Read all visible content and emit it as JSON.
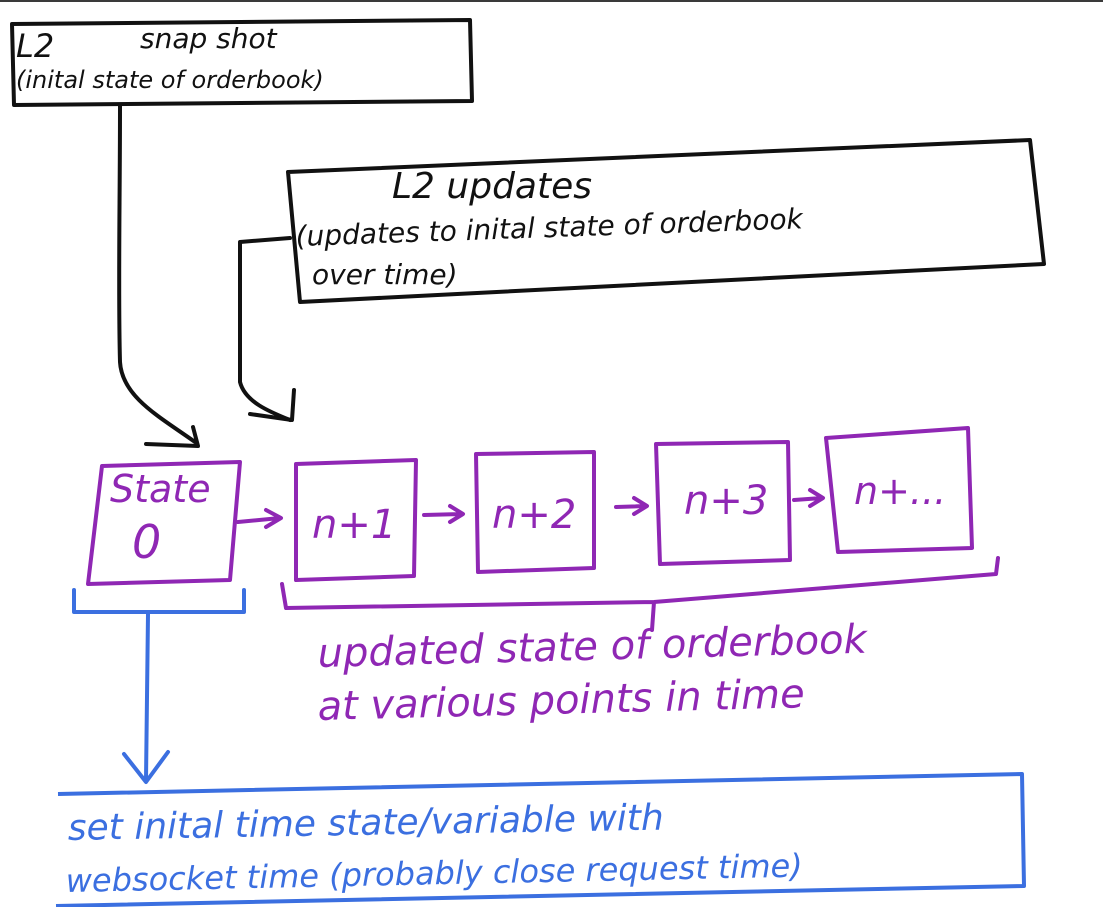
{
  "colors": {
    "black_ink": "#111111",
    "purple_ink": "#8f27b4",
    "blue_ink": "#3b6fe0"
  },
  "snapshot_box": {
    "line1": "L2",
    "line1_b": "snap shot",
    "line2": "(inital state of orderbook)"
  },
  "updates_box": {
    "line1": "L2 updates",
    "line2": "(updates to inital state of orderbook",
    "line3": "over time)"
  },
  "state_boxes": [
    {
      "line1": "State",
      "line2": "0"
    },
    {
      "label": "n+1"
    },
    {
      "label": "n+2"
    },
    {
      "label": "n+3"
    },
    {
      "label": "n+..."
    }
  ],
  "updated_note": {
    "line1": "updated state of orderbook",
    "line2": "at various points in time"
  },
  "init_box": {
    "line1": "set inital time state/variable with",
    "line2": "websocket time (probably close request time)"
  }
}
